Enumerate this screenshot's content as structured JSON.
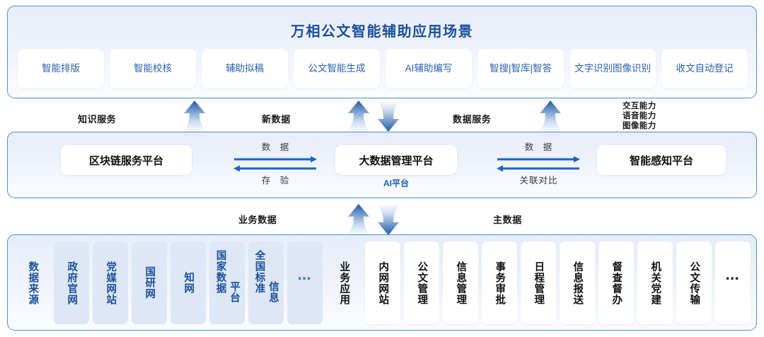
{
  "top_panel": {
    "title": "万相公文智能辅助应用场景",
    "scenes": [
      {
        "lines": [
          "智能排版"
        ]
      },
      {
        "lines": [
          "智能校核"
        ]
      },
      {
        "lines": [
          "辅助拟稿"
        ]
      },
      {
        "lines": [
          "公文智能生成"
        ]
      },
      {
        "lines": [
          "AI辅助编写"
        ]
      },
      {
        "lines": [
          "智搜|智库|智答"
        ]
      },
      {
        "lines": [
          "文字识别",
          "图像识别"
        ]
      },
      {
        "lines": [
          "收文",
          "自动登记"
        ]
      }
    ]
  },
  "connectors_upper": {
    "knowledge_service": "知识服务",
    "new_data": "新数据",
    "data_service": "数据服务",
    "capabilities": [
      "交互能力",
      "语音能力",
      "图像能力"
    ]
  },
  "mid_panel": {
    "platform_blockchain": "区块链服务平台",
    "platform_bigdata": "大数据管理平台",
    "platform_sensing": "智能感知平台",
    "ai_platform_label": "AI平台",
    "relations": [
      {
        "top": "数  据",
        "bottom": "存  验"
      },
      {
        "top": "数  据",
        "bottom": "关联对比"
      }
    ]
  },
  "connectors_lower": {
    "business_data": "业务数据",
    "master_data": "主数据"
  },
  "bottom_panel": {
    "source_label": "数据来源",
    "sources": [
      {
        "text": "政府官网",
        "style": "src"
      },
      {
        "text": "党媒网站",
        "style": "src"
      },
      {
        "text": "国研网",
        "style": "src"
      },
      {
        "text": "知网",
        "style": "src"
      },
      {
        "text": "国家数据",
        "text2": "平台",
        "style": "src"
      },
      {
        "text": "全国标准",
        "text2": "信息",
        "style": "src"
      },
      {
        "text": "…",
        "style": "src",
        "ellipsis": true
      }
    ],
    "app_label": "业务应用",
    "apps": [
      {
        "text": "内网网站",
        "style": "app"
      },
      {
        "text": "公文管理",
        "style": "app"
      },
      {
        "text": "信息管理",
        "style": "app"
      },
      {
        "text": "事务审批",
        "style": "app"
      },
      {
        "text": "日程管理",
        "style": "app"
      },
      {
        "text": "信息报送",
        "style": "app"
      },
      {
        "text": "督查督办",
        "style": "app"
      },
      {
        "text": "机关党建",
        "style": "app"
      },
      {
        "text": "公文传输",
        "style": "app"
      },
      {
        "text": "…",
        "style": "app",
        "ellipsis": true
      }
    ]
  },
  "colors": {
    "panel_border": "#4a8ed4",
    "title_blue": "#1b4f9c",
    "scene_text": "#2a62b0",
    "arrow_blue": "#1f63c8",
    "card_source_bg": "#dde7f6"
  }
}
